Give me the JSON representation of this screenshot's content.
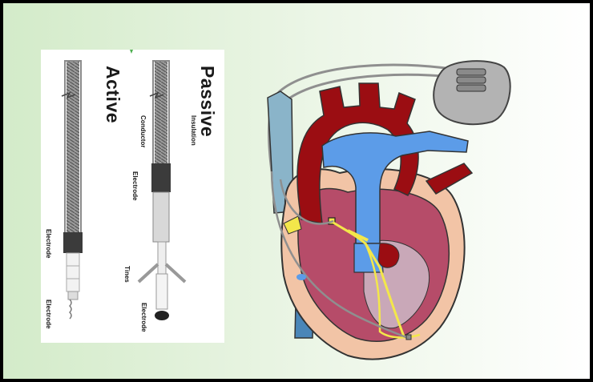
{
  "lead_panel": {
    "active_title": "Active",
    "passive_title": "Passive",
    "labels": {
      "insulation": "Insulation",
      "conductor": "Conductor",
      "electrode_passive_ring": "Electrode",
      "tines": "Tines",
      "electrode_passive_tip": "Electrode",
      "electrode_active_ring": "Electrode",
      "electrode_active_tip": "Electrode"
    }
  },
  "colors": {
    "background_left": "#d3ebc9",
    "background_right": "#ffffff",
    "aorta": "#9b0d12",
    "vena_cava": "#5c9ce8",
    "myocardium": "#b64c69",
    "conduction_system": "#f3e74a",
    "pericardium": "#f2c4a6",
    "pacemaker": "#b3b3b3"
  },
  "icons": [
    "pacemaker-generator-icon",
    "heart-icon",
    "lead-wire-icon"
  ]
}
